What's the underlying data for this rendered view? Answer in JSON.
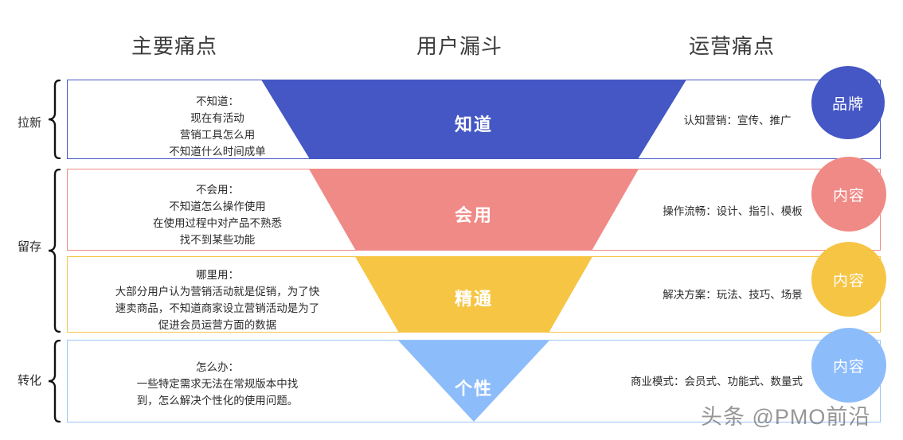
{
  "headings": {
    "pain_points": "主要痛点",
    "user_funnel": "用户漏斗",
    "ops_pain_points": "运营痛点"
  },
  "stage_labels": {
    "acquisition": "拉新",
    "retention": "留存",
    "conversion": "转化"
  },
  "colors": {
    "row1": "#4457c4",
    "row2": "#f08a86",
    "row3": "#f6c544",
    "row4": "#8dbcfb",
    "text": "#2b2b2b",
    "heading": "#3b3b3b"
  },
  "rows": [
    {
      "id": "row-1",
      "funnel_stage": "知道",
      "color": "#4457c4",
      "pain_title": "不知道：",
      "pain_lines": [
        "现在有活动",
        "营销工具怎么用",
        "不知道什么时间成单"
      ],
      "ops_text": "认知营销：宣传、推广",
      "circle_label": "品牌"
    },
    {
      "id": "row-2",
      "funnel_stage": "会用",
      "color": "#f08a86",
      "pain_title": "不会用：",
      "pain_lines": [
        "不知道怎么操作使用",
        "在使用过程中对产品不熟悉",
        "找不到某些功能"
      ],
      "ops_text": "操作流畅：设计、指引、模板",
      "circle_label": "内容"
    },
    {
      "id": "row-3",
      "funnel_stage": "精通",
      "color": "#f6c544",
      "pain_title": "哪里用：",
      "pain_lines": [
        "大部分用户认为营销活动就是促销，为了快",
        "速卖商品，不知道商家设立营销活动是为了",
        "促进会员运营方面的数据"
      ],
      "ops_text": "解决方案：玩法、技巧、场景",
      "circle_label": "内容"
    },
    {
      "id": "row-4",
      "funnel_stage": "个性",
      "color": "#8dbcfb",
      "pain_title": "怎么办：",
      "pain_lines": [
        "一些特定需求无法在常规版本中找",
        "到，怎么解决个性化的使用问题。"
      ],
      "ops_text": "商业模式：会员式、功能式、数量式",
      "circle_label": "内容"
    }
  ],
  "watermark": "头条 @PMO前沿"
}
